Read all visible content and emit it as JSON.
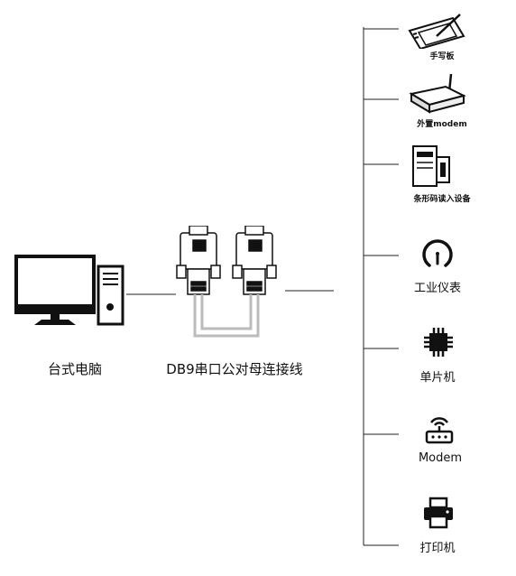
{
  "left": {
    "computer_label": "台式电脑",
    "cable_label": "DB9串口公对母连接线"
  },
  "devices": [
    {
      "label": "手写板",
      "icon": "tablet-icon"
    },
    {
      "label": "外置modem",
      "icon": "router-icon"
    },
    {
      "label": "条形码读入设备",
      "icon": "barcode-printer-icon"
    },
    {
      "label": "工业仪表",
      "icon": "gauge-icon"
    },
    {
      "label": "单片机",
      "icon": "chip-icon"
    },
    {
      "label": "Modem",
      "icon": "modem-icon"
    },
    {
      "label": "打印机",
      "icon": "printer-icon"
    }
  ]
}
